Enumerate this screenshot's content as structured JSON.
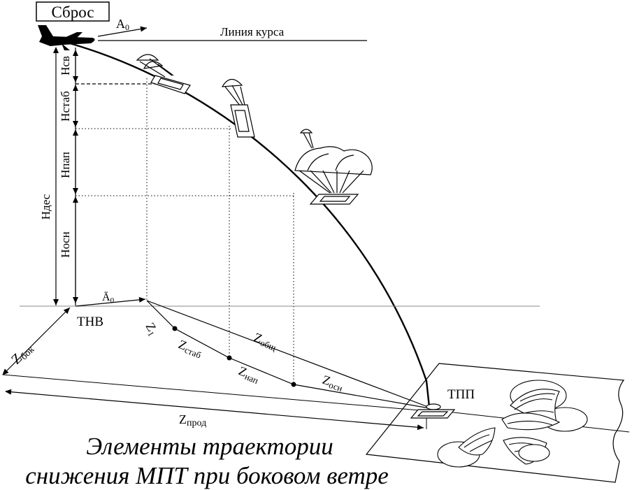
{
  "drop_label": "Сброс",
  "course_line_label": "Линия курса",
  "velocity_top": "A",
  "velocity_top_sub": "0",
  "velocity_ground": "Ā",
  "velocity_ground_sub": "0",
  "height_labels": {
    "h_sv": "Нсв",
    "h_stab": "Нстаб",
    "h_nap": "Нпап",
    "h_osn": "Нocн",
    "h_des": "Ндес"
  },
  "ground_labels": {
    "thv": "ТНВ",
    "tpp": "ТПП",
    "z1_main": "Z",
    "z1_sub": "1",
    "z_stab_main": "Z",
    "z_stab_sub": "стаб",
    "z_nap_main": "Z",
    "z_nap_sub": "нап",
    "z_osn_main": "Z",
    "z_osn_sub": "осн",
    "z_obsch_main": "Z",
    "z_obsch_sub": "общ",
    "z_bok_main": "Z",
    "z_bok_sub": "бок",
    "z_prod_main": "Z",
    "z_prod_sub": "прод"
  },
  "caption": {
    "line1": "Элементы траектории",
    "line2": "снижения МПТ  при боковом ветре"
  }
}
